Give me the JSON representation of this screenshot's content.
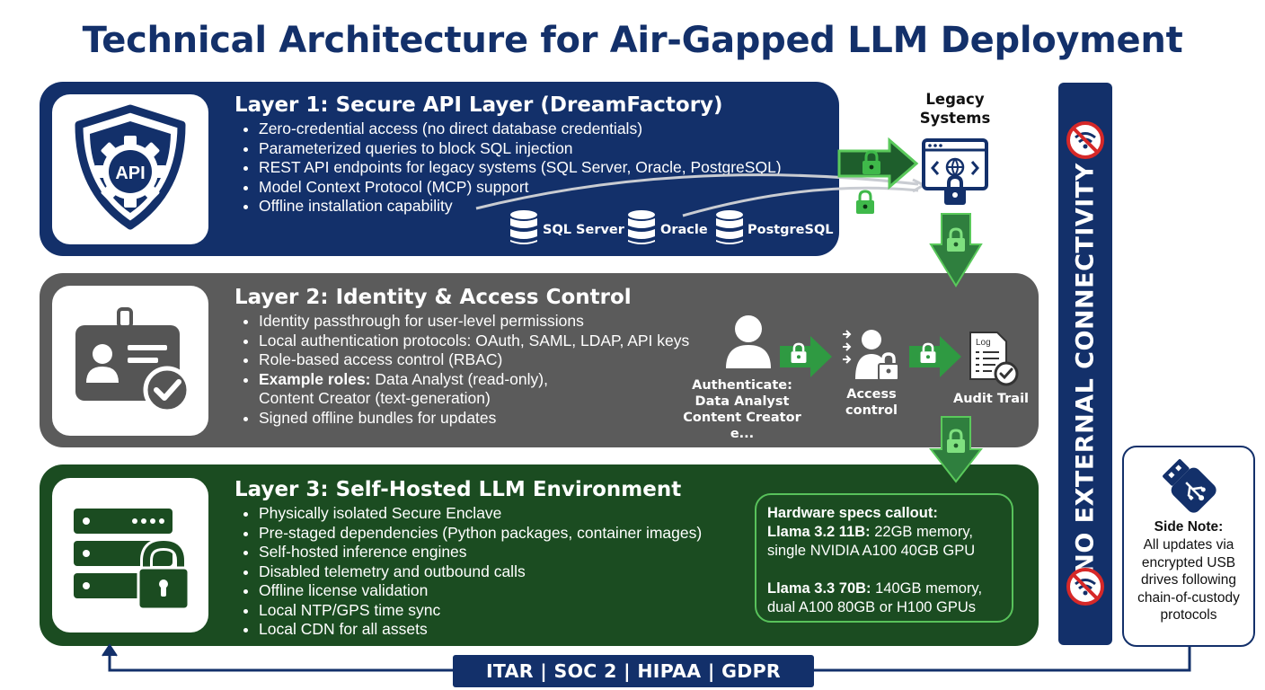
{
  "title": "Technical Architecture for Air-Gapped LLM Deployment",
  "colors": {
    "navy": "#13306a",
    "gray": "#5b5b5b",
    "green": "#1b4c21",
    "accent_green": "#4db548"
  },
  "layer1": {
    "title": "Layer 1: Secure API Layer (DreamFactory)",
    "icon": "api-shield-icon",
    "icon_text": "API",
    "bullets": [
      "Zero-credential access (no direct database credentials)",
      "Parameterized queries to block SQL injection",
      "REST API endpoints for legacy systems (SQL Server, Oracle, PostgreSQL)",
      "Model Context Protocol (MCP) support",
      "Offline installation capability"
    ],
    "databases": [
      "SQL Server",
      "Oracle",
      "PostgreSQL"
    ]
  },
  "legacy": {
    "label_line1": "Legacy",
    "label_line2": "Systems",
    "icon": "legacy-browser-lock-icon"
  },
  "layer2": {
    "title": "Layer 2: Identity & Access Control",
    "icon": "id-badge-check-icon",
    "bullets": [
      "Identity passthrough for user-level permissions",
      "Local authentication protocols: OAuth, SAML, LDAP, API keys",
      "Role-based access control (RBAC)"
    ],
    "example_label": "Example roles:",
    "example_line1": " Data Analyst (read-only),",
    "example_line2": "Content Creator (text-generation)",
    "last_bullet": "Signed offline bundles for updates",
    "flow": {
      "auth_line1": "Authenticate:",
      "auth_line2": "Data Analyst",
      "auth_line3": "Content Creator",
      "auth_line4": "e...",
      "access_line1": "Access",
      "access_line2": "control",
      "audit": "Audit Trail",
      "log_label": "Log"
    }
  },
  "layer3": {
    "title": "Layer 3: Self-Hosted LLM Environment",
    "icon": "server-lock-icon",
    "bullets": [
      "Physically isolated Secure Enclave",
      "Pre-staged dependencies (Python packages, container images)",
      "Self-hosted inference engines",
      "Disabled telemetry and outbound calls",
      "Offline license validation",
      "Local NTP/GPS time sync",
      "Local CDN for all assets"
    ],
    "callout": {
      "heading": "Hardware specs callout:",
      "model1": "Llama 3.2 11B:",
      "model1_text": " 22GB memory, single NVIDIA A100 40GB GPU",
      "model2": "Llama 3.3 70B:",
      "model2_text": " 140GB memory, dual A100 80GB or H100 GPUs"
    }
  },
  "no_connectivity": "NO EXTERNAL CONNECTIVITY",
  "side_note": {
    "title": "Side Note:",
    "body": "All updates via encrypted USB drives following chain-of-custody protocols",
    "icon": "usb-drive-icon"
  },
  "compliance": "ITAR | SOC 2 | HIPAA | GDPR"
}
